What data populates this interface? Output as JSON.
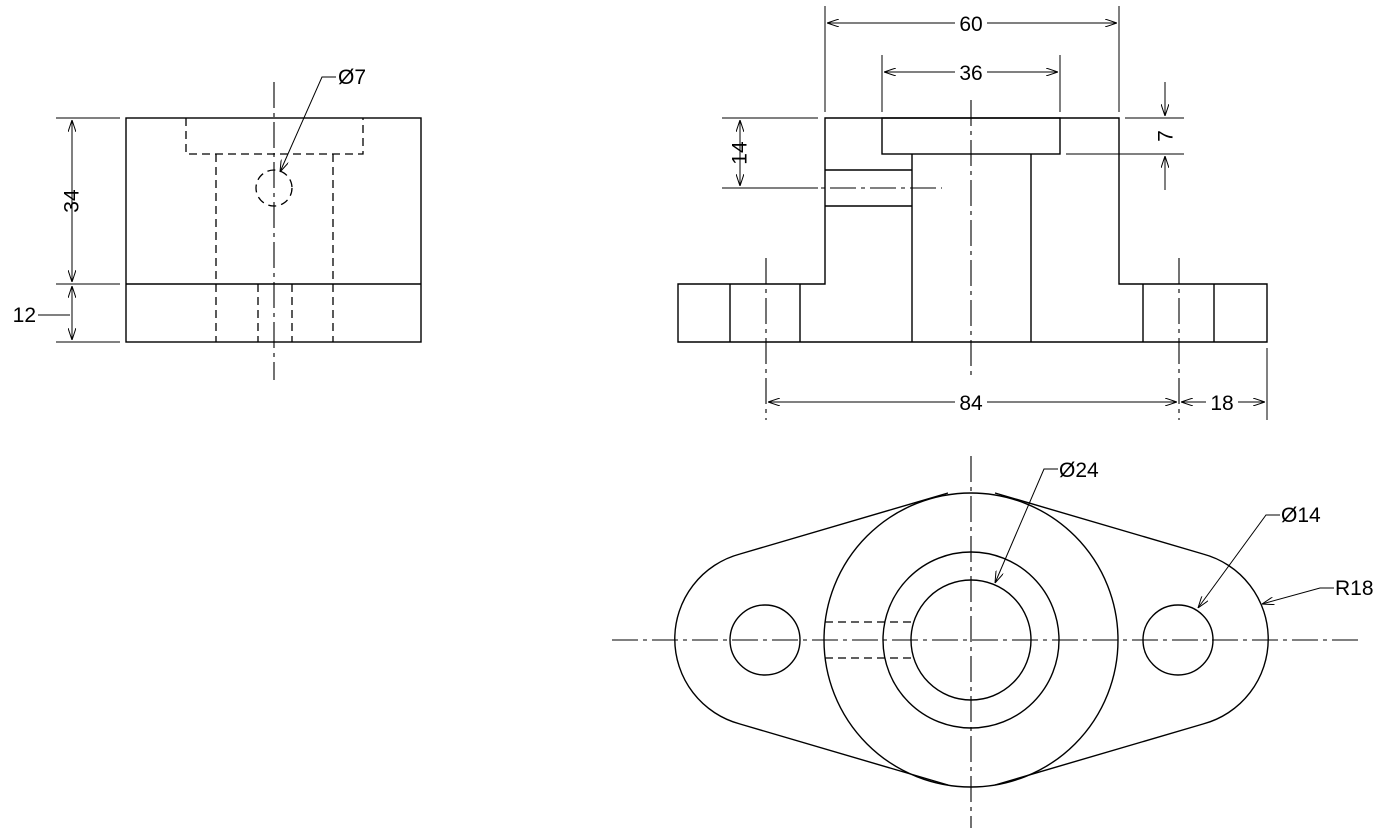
{
  "front_view": {
    "dims": {
      "d60": "60",
      "d36": "36",
      "d14": "14",
      "d7": "7",
      "d84": "84",
      "d18": "18"
    }
  },
  "side_view": {
    "dims": {
      "d34": "34",
      "d12": "12",
      "hole": "Ø7"
    }
  },
  "top_view": {
    "dims": {
      "bore": "Ø24",
      "hole": "Ø14",
      "radius": "R18"
    }
  }
}
